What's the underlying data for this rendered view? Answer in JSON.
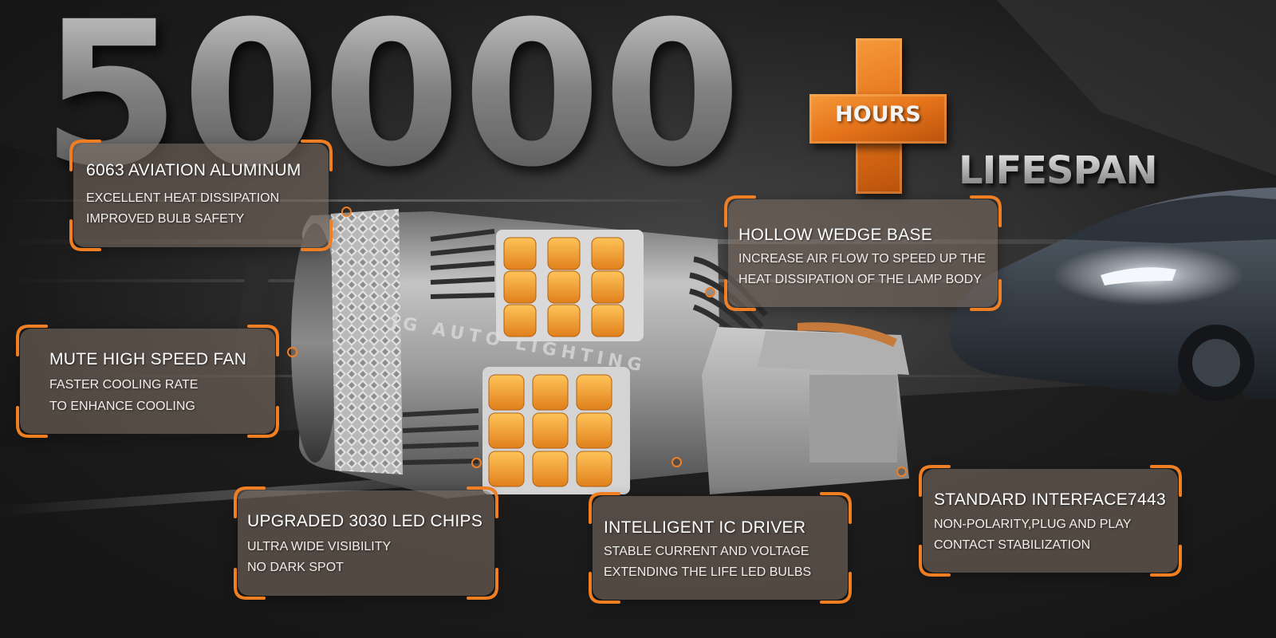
{
  "headline": {
    "number": "50000",
    "plus_label": "HOURS",
    "subtitle": "LIFESPAN"
  },
  "brand_engraving": "JG AUTO LIGHTING",
  "colors": {
    "accent_orange": "#f07f24",
    "card_fill": "#7a6c60",
    "led_amber": "#f5a02e",
    "background": "#151515"
  },
  "features": [
    {
      "title": "6063 AVIATION ALUMINUM",
      "lines": [
        "EXCELLENT HEAT DISSIPATION",
        "IMPROVED BULB SAFETY"
      ]
    },
    {
      "title": "MUTE HIGH SPEED FAN",
      "lines": [
        "FASTER COOLING RATE",
        "TO ENHANCE COOLING"
      ]
    },
    {
      "title": "UPGRADED 3030 LED CHIPS",
      "lines": [
        "ULTRA WIDE VISIBILITY",
        "NO DARK SPOT"
      ]
    },
    {
      "title": "INTELLIGENT IC DRIVER",
      "lines": [
        "STABLE CURRENT AND VOLTAGE",
        "EXTENDING THE LIFE LED BULBS"
      ]
    },
    {
      "title": "HOLLOW WEDGE BASE",
      "lines": [
        "INCREASE AIR FLOW TO SPEED UP THE",
        "HEAT DISSIPATION OF THE LAMP BODY"
      ]
    },
    {
      "title": "STANDARD INTERFACE7443",
      "lines": [
        "NON-POLARITY,PLUG AND PLAY",
        "CONTACT STABILIZATION"
      ]
    }
  ],
  "icons": [
    "bracket-frame-icon",
    "callout-dot-icon"
  ]
}
